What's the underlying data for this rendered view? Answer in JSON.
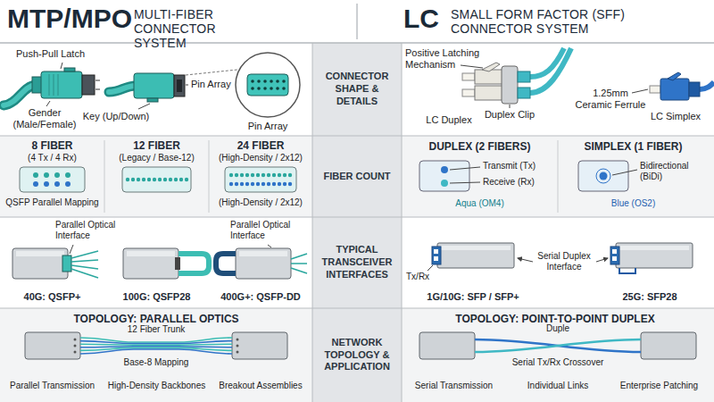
{
  "diagram": {
    "nodes": [
      {
        "text": [
          "CONNECTOR SHAPE & DETAILS"
        ]
      },
      {
        "text": [
          "FIBER COUNT"
        ]
      },
      {
        "text": [
          "TYPICAL TRANSCEIVER INTERFACES"
        ]
      },
      {
        "text": [
          "NETWORK TOPOLOGY & APPLICATION"
        ]
      }
    ],
    "labels": [
      "MTP/MPO",
      "MULTI-FIBER CONNECTOR SYSTEM",
      "LC",
      "SMALL FORM FACTOR (SFF) CONNECTOR SYSTEM",
      "Push-Pull Latch",
      "Gender (Male/Female)",
      "Key (Up/Down)",
      "Pin Array",
      "Pin Array",
      "Positive Latching Mechanism",
      "Duplex Clip",
      "1.25mm Ceramic Ferrule",
      "LC Duplex",
      "LC Simplex",
      "8 FIBER",
      "(4 Tx / 4 Rx)",
      "QSFP Parallel Mapping",
      "12 FIBER",
      "(Legacy / Base-12)",
      "24 FIBER",
      "(High-Density / 2x12)",
      "(High-Density / 2x12)",
      "DUPLEX (2 FIBERS)",
      "Transmit (Tx)",
      "Receive (Rx)",
      "Aqua (OM4)",
      "SIMPLEX (1 FIBER)",
      "Bidirectional (BiDi)",
      "Blue (OS2)",
      "Parallel Optical Interface",
      "40G: QSFP+",
      "100G: QSFP28",
      "Parallel Optical Interface",
      "400G+: QSFP-DD",
      "Tx/Rx",
      "Serial Duplex Interface",
      "1G/10G: SFP / SFP+",
      "25G: SFP28",
      "TOPOLOGY: PARALLEL OPTICS",
      "12 Fiber Trunk",
      "Base-8 Mapping",
      "Parallel Transmission",
      "High-Density Backbones",
      "Breakout Assemblies",
      "TOPOLOGY: POINT-TO-POINT DUPLEX",
      "Duple",
      "Serial Tx/Rx Crossover",
      "Serial Transmission",
      "Individual Links",
      "Enterprise Patching"
    ]
  }
}
